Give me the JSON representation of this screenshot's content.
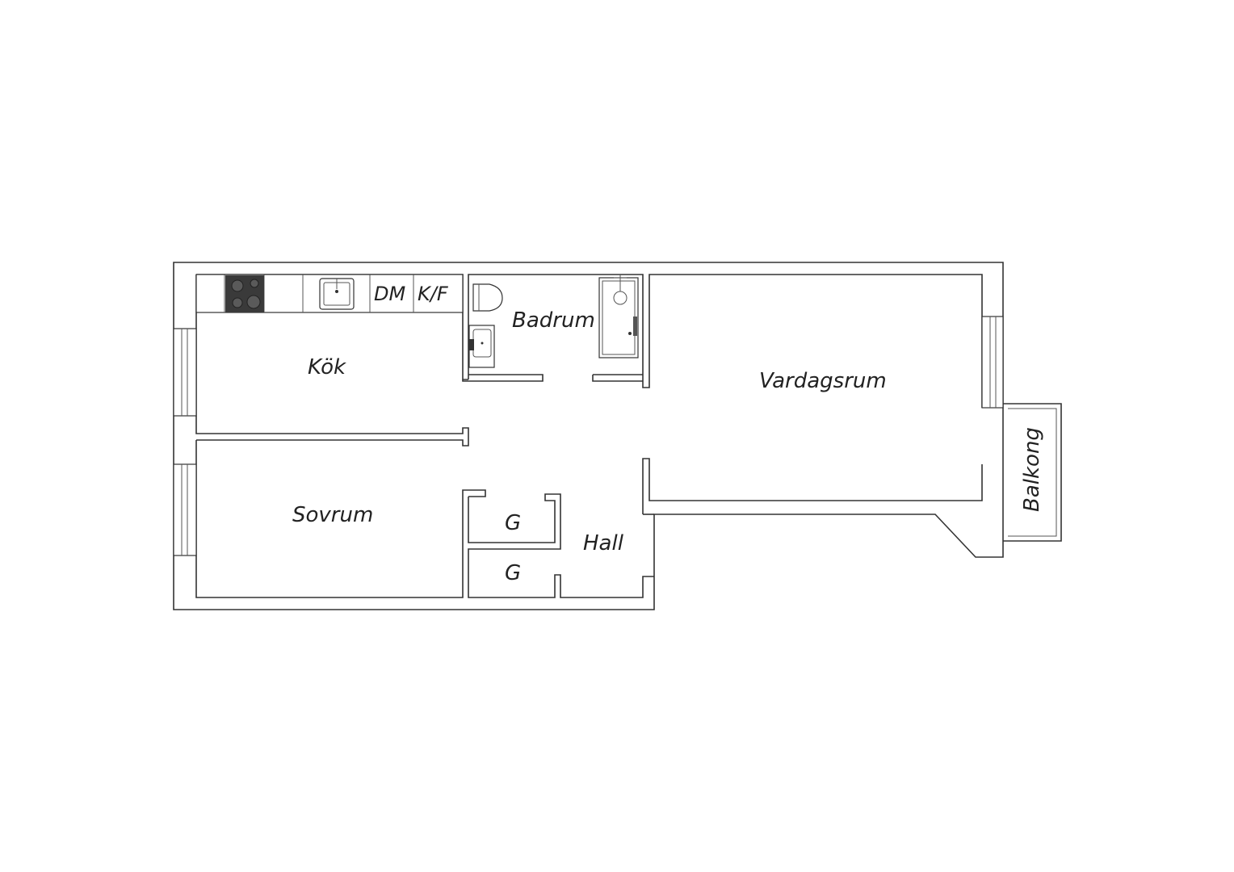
{
  "floorplan": {
    "rooms": {
      "kok": "Kök",
      "badrum": "Badrum",
      "vardagsrum": "Vardagsrum",
      "sovrum": "Sovrum",
      "hall": "Hall",
      "garderob_1": "G",
      "garderob_2": "G",
      "balkong": "Balkong"
    },
    "appliances": {
      "dishwasher": "DM",
      "fridge_freezer": "K/F"
    },
    "icons": [
      "stove-icon",
      "kitchen-sink-icon",
      "toilet-icon",
      "washbasin-icon",
      "shower-icon",
      "window-icon"
    ],
    "colors": {
      "walls": "#333333",
      "stove": "#3a3a3a",
      "background": "#ffffff"
    }
  }
}
